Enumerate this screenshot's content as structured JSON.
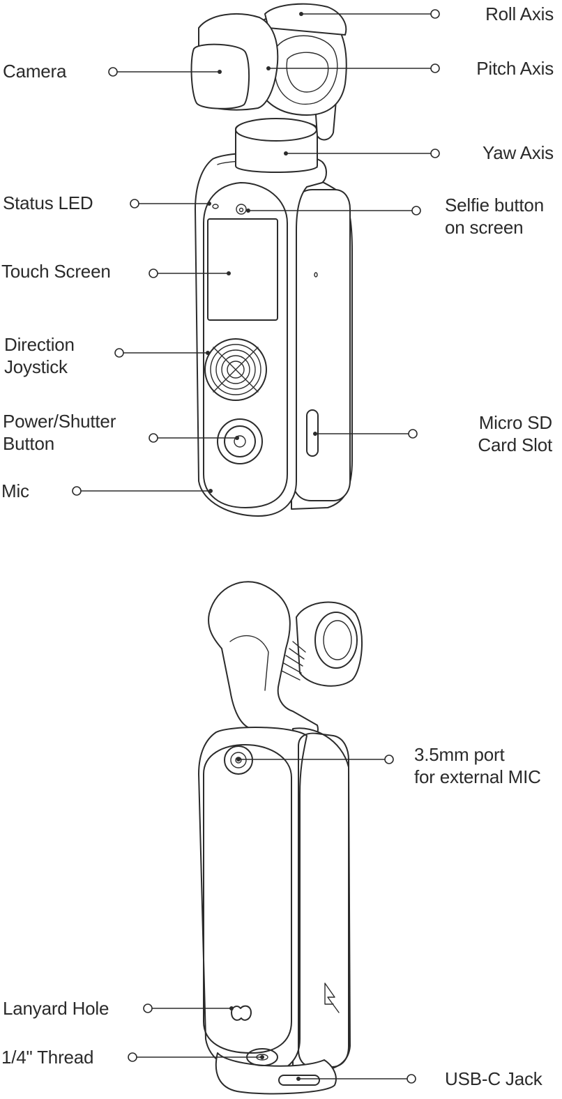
{
  "front_view": {
    "labels": {
      "roll_axis": "Roll Axis",
      "pitch_axis": "Pitch Axis",
      "camera": "Camera",
      "yaw_axis": "Yaw Axis",
      "status_led": "Status LED",
      "selfie_button": "Selfie button\non screen",
      "touch_screen": "Touch Screen",
      "direction_joystick": "Direction\nJoystick",
      "power_shutter_button": "Power/Shutter\nButton",
      "micro_sd_card_slot": "Micro SD\nCard Slot",
      "mic": "Mic"
    }
  },
  "back_view": {
    "labels": {
      "mic_port": "3.5mm port\nfor external MIC",
      "lanyard_hole": "Lanyard Hole",
      "thread": "1/4\" Thread",
      "usb_c_jack": "USB-C Jack"
    }
  },
  "colors": {
    "line": "#2b2b2b",
    "text": "#2a2a2a",
    "background": "#ffffff"
  }
}
